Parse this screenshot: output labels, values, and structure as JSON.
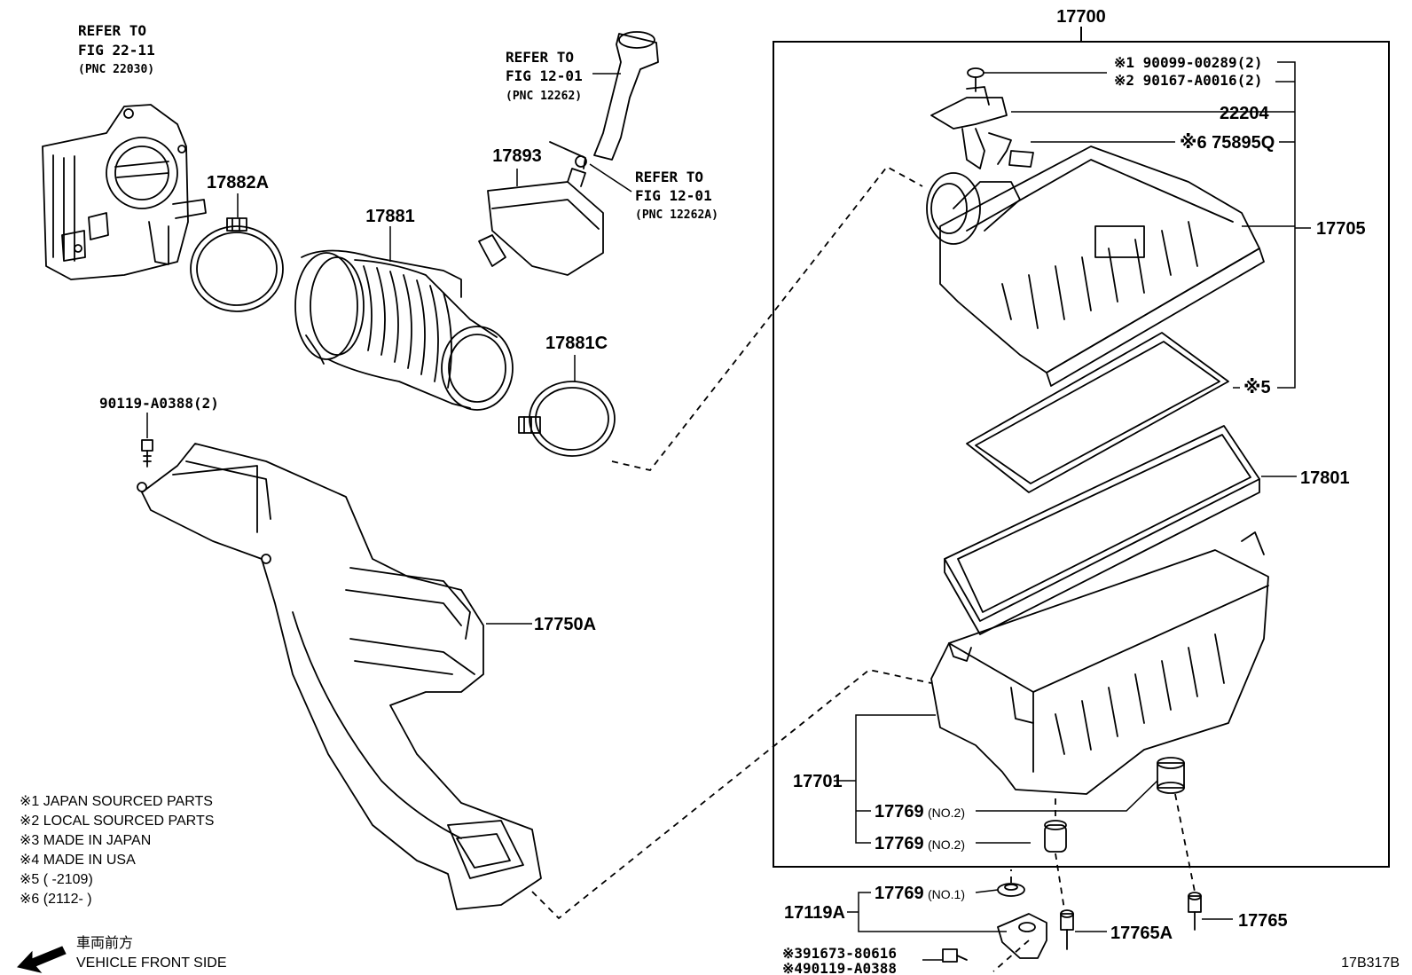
{
  "diagram": {
    "assembly_number": "17700",
    "figure_code": "17B317B",
    "references": [
      {
        "line1": "REFER TO",
        "line2": "FIG 22-11",
        "line3": "(PNC 22030)"
      },
      {
        "line1": "REFER TO",
        "line2": "FIG 12-01",
        "line3": "(PNC 12262)"
      },
      {
        "line1": "REFER TO",
        "line2": "FIG 12-01",
        "line3": "(PNC 12262A)"
      }
    ],
    "parts": {
      "p17882A": "17882A",
      "p17881": "17881",
      "p17893": "17893",
      "p17881C": "17881C",
      "p90119": "90119-A0388(2)",
      "p17750A": "17750A",
      "p90099": "※1 90099-00289(2)",
      "p90167": "※2 90167-A0016(2)",
      "p22204": "22204",
      "p75895Q": "※6 75895Q",
      "p17705": "17705",
      "p5": "※5",
      "p17801": "17801",
      "p17701": "17701",
      "p17769a_num": "17769",
      "p17769a_sub": "(NO.2)",
      "p17769b_num": "17769",
      "p17769b_sub": "(NO.2)",
      "p17119A": "17119A",
      "p17769c_num": "17769",
      "p17769c_sub": "(NO.1)",
      "p17765A": "17765A",
      "p17765": "17765",
      "p91673": "※391673-80616",
      "p490119": "※490119-A0388"
    },
    "notes": [
      "※1 JAPAN SOURCED PARTS",
      "※2 LOCAL SOURCED PARTS",
      "※3 MADE IN JAPAN",
      "※4 MADE IN USA",
      "※5 (       -2109)",
      "※6 (2112-       )"
    ],
    "direction": {
      "label_jp": "車両前方",
      "label_en": "VEHICLE FRONT SIDE"
    }
  }
}
